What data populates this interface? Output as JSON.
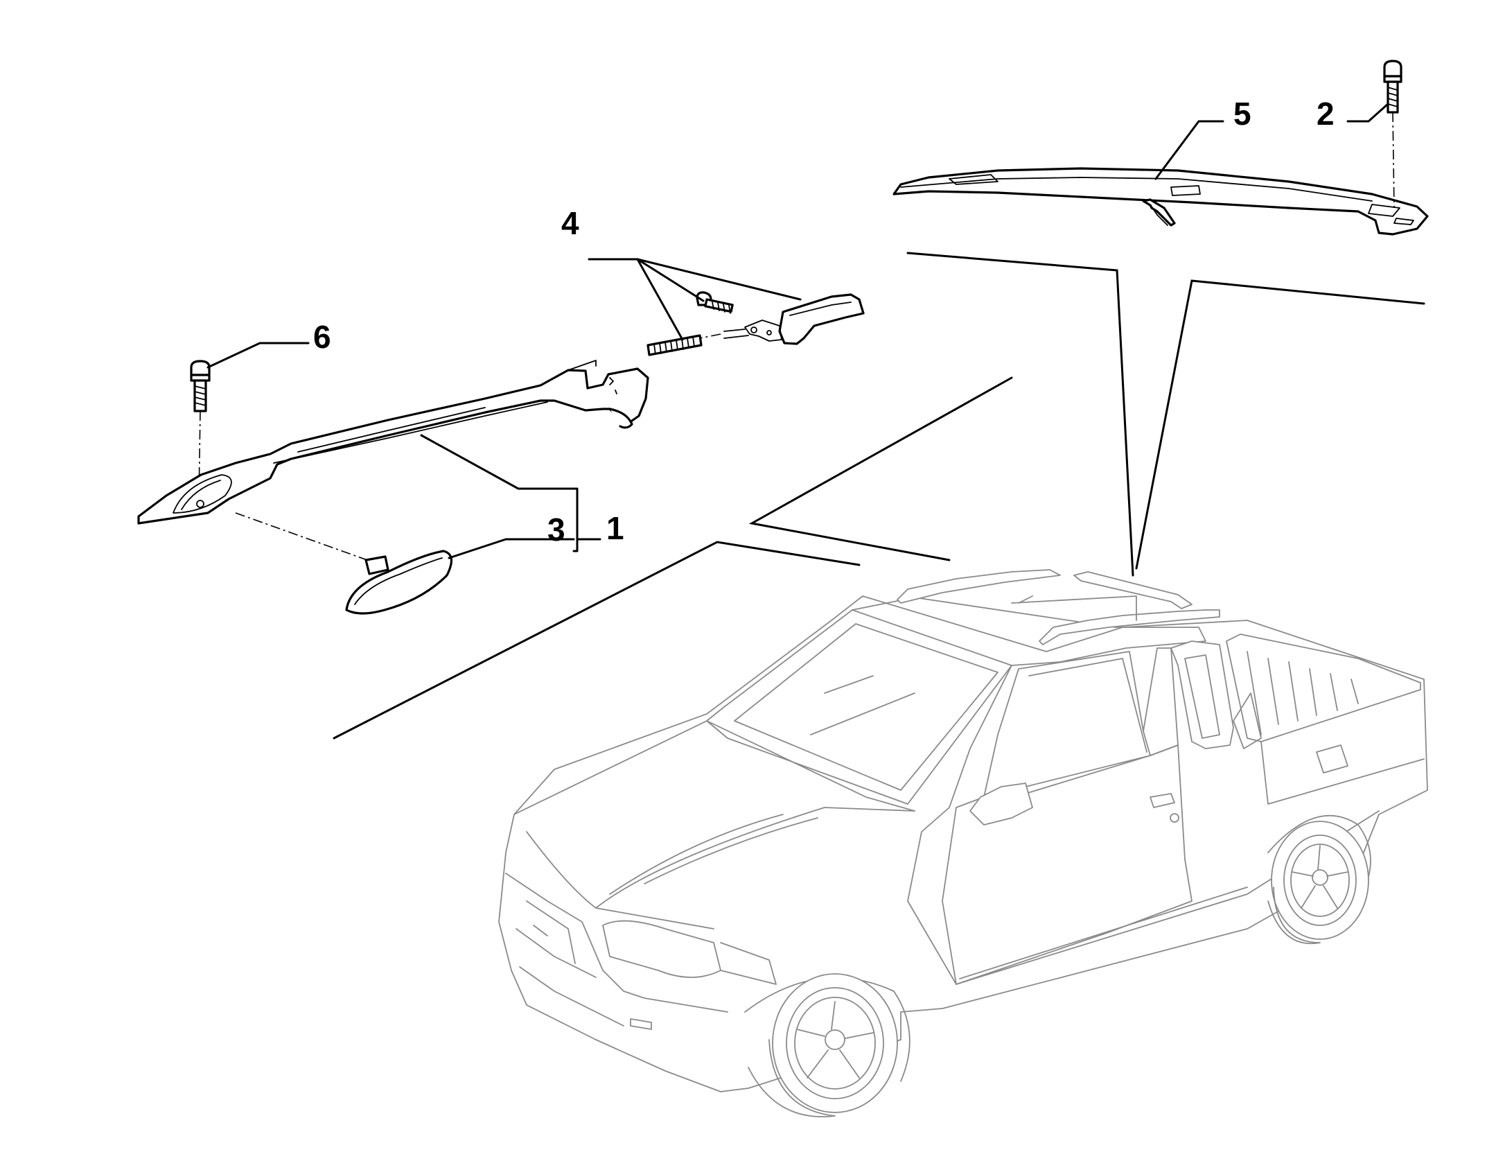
{
  "callouts": {
    "c1": "1",
    "c2": "2",
    "c3": "3",
    "c4": "4",
    "c5": "5",
    "c6": "6"
  },
  "colors": {
    "ink": "#000000",
    "vehicle_lines": "#8a8a8a",
    "background": "#ffffff"
  }
}
